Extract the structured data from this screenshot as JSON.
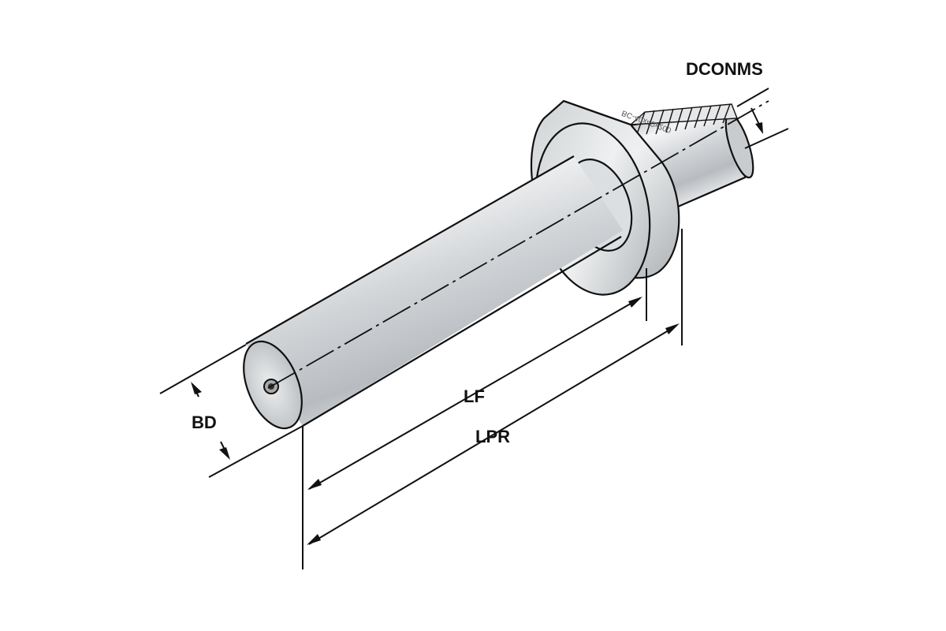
{
  "title": "Boring bar holder dimension diagram",
  "labels": {
    "bd": "BD",
    "lf": "LF",
    "lpr": "LPR",
    "dconms": "DCONMS"
  },
  "product_marking": "BC-40x40x200"
}
